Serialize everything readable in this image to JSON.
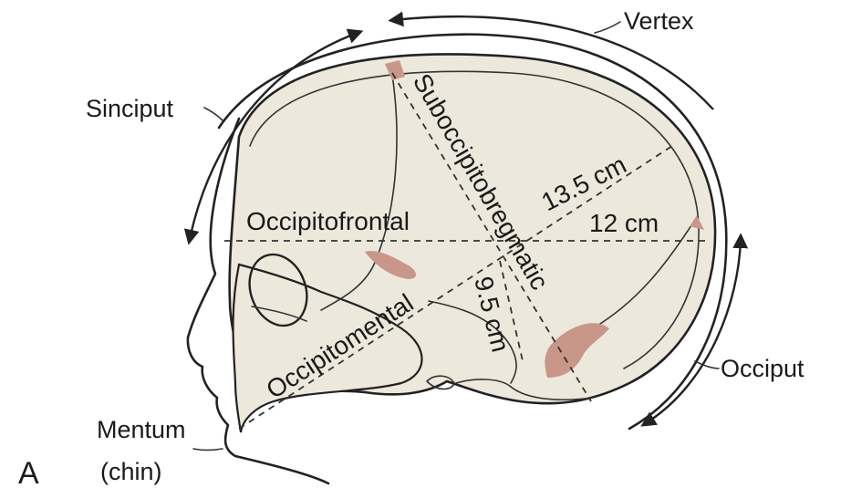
{
  "figure": {
    "panel_label": "A",
    "regions": {
      "vertex": "Vertex",
      "sinciput": "Sinciput",
      "occiput": "Occiput",
      "mentum_line1": "Mentum",
      "mentum_line2": "(chin)"
    },
    "diameters": {
      "occipitofrontal": "Occipitofrontal",
      "suboccipitobregmatic": "Suboccipitobregmatic",
      "occipitomental": "Occipitomental",
      "measure_13_5": "13.5 cm",
      "measure_12": "12 cm",
      "measure_9_5": "9.5 cm"
    },
    "colors": {
      "skull_fill": "#ece8dc",
      "fontanelle_fill": "#c9968a",
      "line_color": "#222222"
    }
  }
}
